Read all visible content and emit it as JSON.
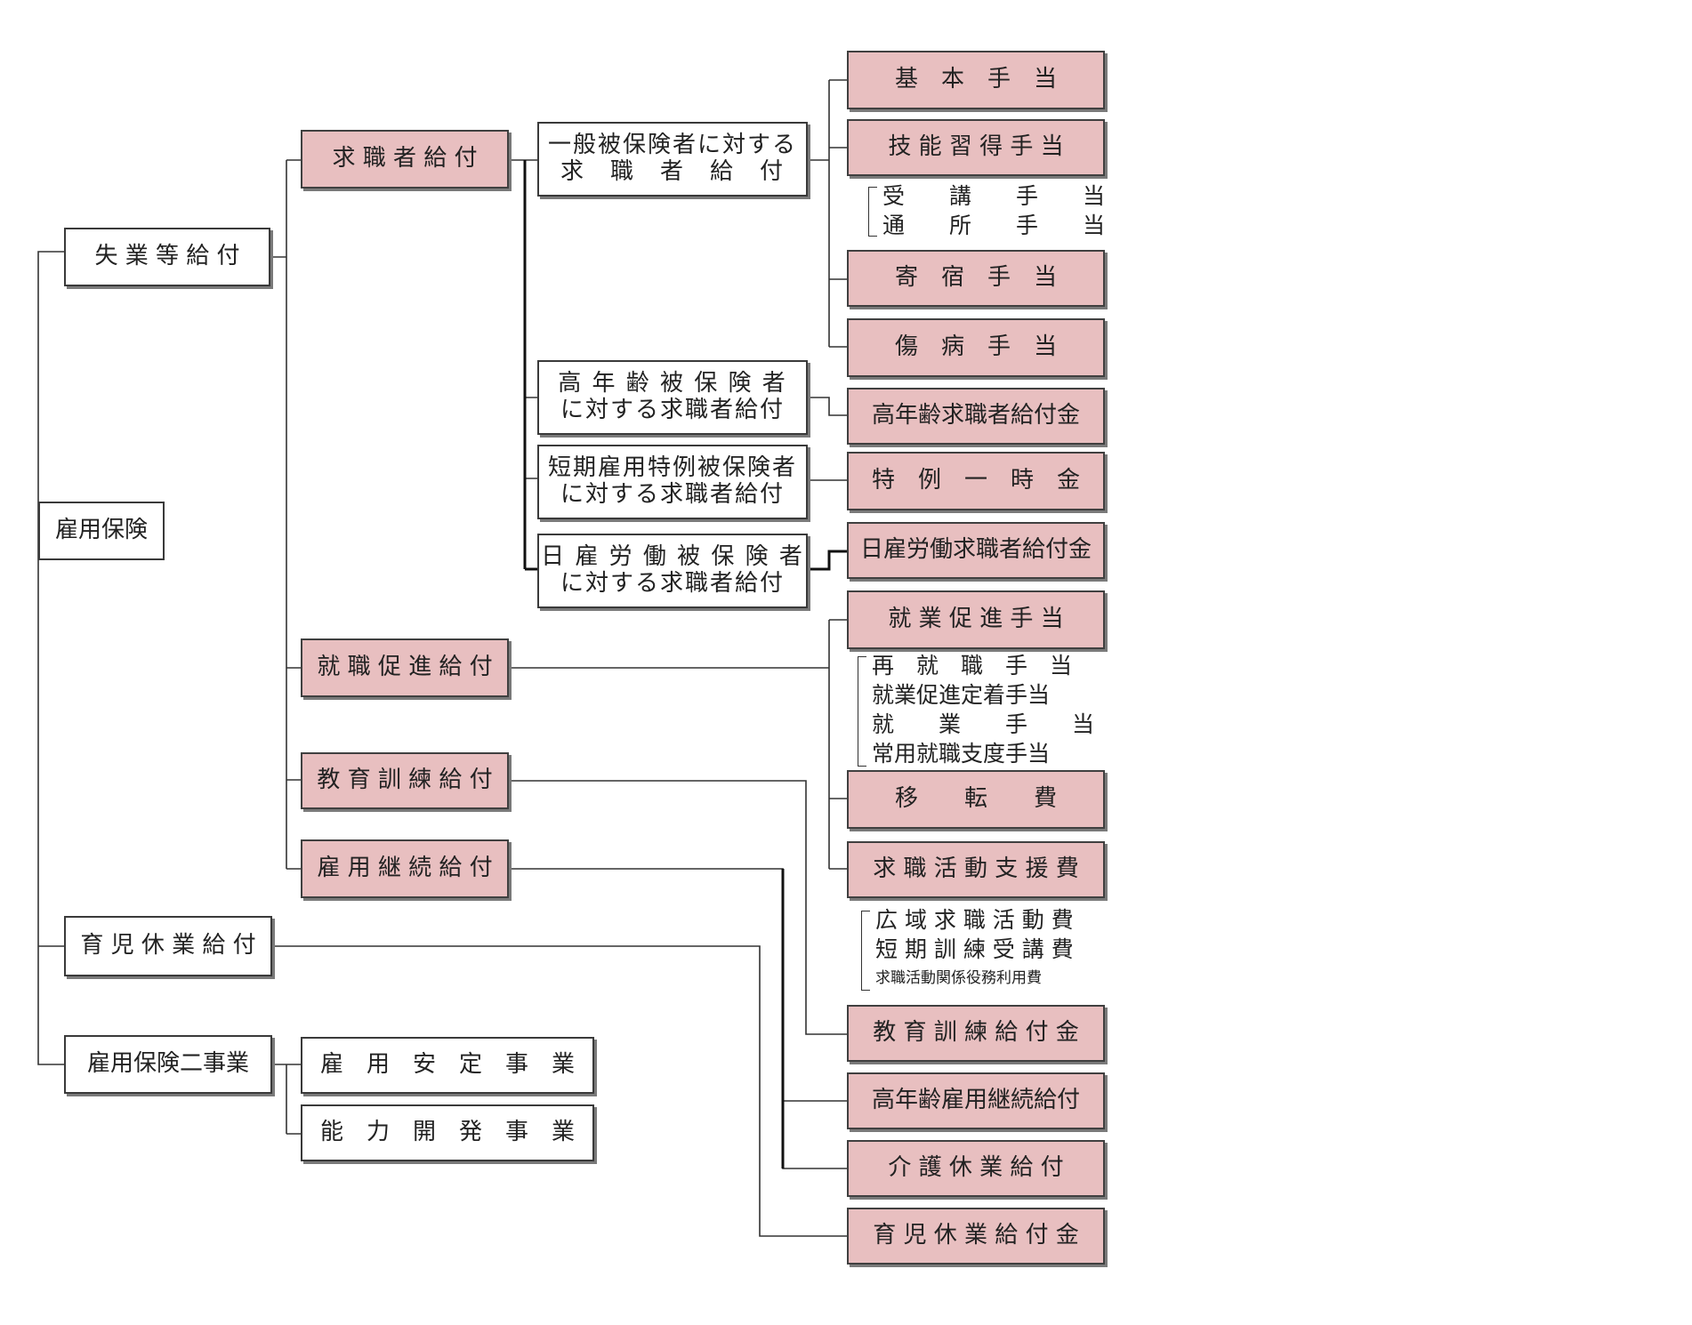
{
  "root": "雇用保険",
  "level1": {
    "unemployment": "失 業 等 給 付",
    "childcare": "育 児 休 業 給 付",
    "two_projects": "雇用保険二事業"
  },
  "level2": {
    "jobseeker": "求 職 者 給 付",
    "employment_promotion": "就 職 促 進 給 付",
    "education_training": "教 育 訓 練 給 付",
    "employment_continuation": "雇 用 継 続 給 付",
    "employment_stability": "雇　用　安　定　事　業",
    "ability_development": "能　力　開　発　事　業"
  },
  "level3": {
    "general": [
      "一般被保険者に対する",
      "求　職　者　給　付"
    ],
    "elderly": [
      "高 年 齢 被 保 険 者",
      "に対する求職者給付"
    ],
    "short_term": [
      "短期雇用特例被保険者",
      "に対する求職者給付"
    ],
    "day_laborer": [
      "日 雇 労 働 被 保 険 者",
      "に対する求職者給付"
    ]
  },
  "level4": {
    "basic_allowance": "基　本　手　当",
    "skill_allowance": "技 能 習 得 手 当",
    "lodging_allowance": "寄　宿　手　当",
    "injury_allowance": "傷　病　手　当",
    "elderly_benefit": "高年齢求職者給付金",
    "special_lump_sum": "特　例　一　時　金",
    "day_laborer_benefit": "日雇労働求職者給付金",
    "employment_promotion_allowance": "就 業 促 進 手 当",
    "moving_expenses": "移　　転　　費",
    "job_search_support": "求 職 活 動 支 援 費",
    "education_training_benefit": "教 育 訓 練 給 付 金",
    "elderly_continuation": "高年齢雇用継続給付",
    "nursing_leave": "介 護 休 業 給 付",
    "childcare_leave_benefit": "育 児 休 業 給 付 金"
  },
  "sublists": {
    "skill": [
      "受　　講　　手　　当",
      "通　　所　　手　　当"
    ],
    "promotion": [
      "再　就　職　手　当",
      "就業促進定着手当",
      "就　　業　　手　　当",
      "常用就職支度手当"
    ],
    "job_search": [
      "広 域 求 職 活 動 費",
      "短 期 訓 練 受 講 費",
      "求職活動関係役務利用費"
    ]
  },
  "colors": {
    "highlight": "#e8bfc0",
    "border": "#3a3a3a",
    "line": "#333333"
  }
}
